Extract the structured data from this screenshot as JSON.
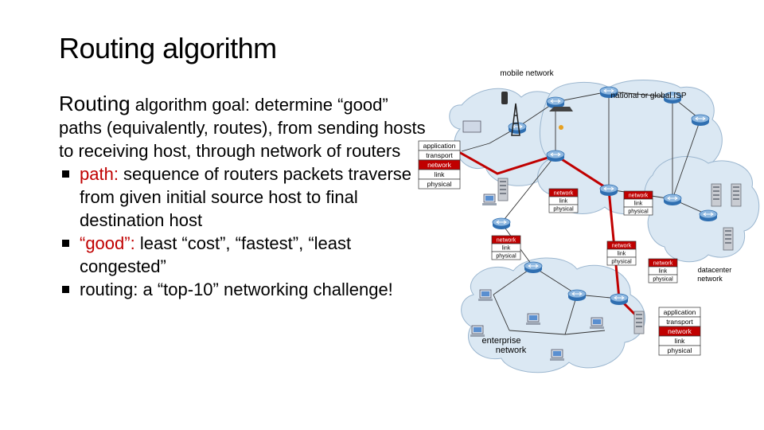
{
  "slide": {
    "title": "Routing algorithm",
    "lead_prefix": "Routing",
    "lead_rest": " algorithm goal: determine “good” paths (equivalently, routes), from sending hosts to receiving host, through network of routers",
    "bullets": [
      {
        "key": "path:",
        "text": " sequence of routers packets traverse from given initial source host to final destination host"
      },
      {
        "key": "“good”:",
        "text": " least “cost”, “fastest”, “least congested”"
      },
      {
        "key": "",
        "text": "routing: a “top-10” networking challenge!"
      }
    ]
  },
  "diagram": {
    "labels": {
      "mobile": "mobile network",
      "isp": "national or global ISP",
      "enterprise_1": "enterprise",
      "enterprise_2": "network",
      "datacenter_1": "datacenter",
      "datacenter_2": "network"
    },
    "source_stack": [
      "application",
      "transport",
      "network",
      "link",
      "physical"
    ],
    "dest_stack": [
      "application",
      "transport",
      "network",
      "link",
      "physical"
    ],
    "router_stacks": [
      [
        "network",
        "link",
        "physical"
      ],
      [
        "network",
        "link",
        "physical"
      ],
      [
        "network",
        "link",
        "physical"
      ],
      [
        "network",
        "link",
        "physical"
      ],
      [
        "network",
        "link",
        "physical"
      ]
    ]
  },
  "colors": {
    "accent": "#c00000",
    "cloud": "#dbe8f3",
    "router": "#2f6fb1"
  }
}
